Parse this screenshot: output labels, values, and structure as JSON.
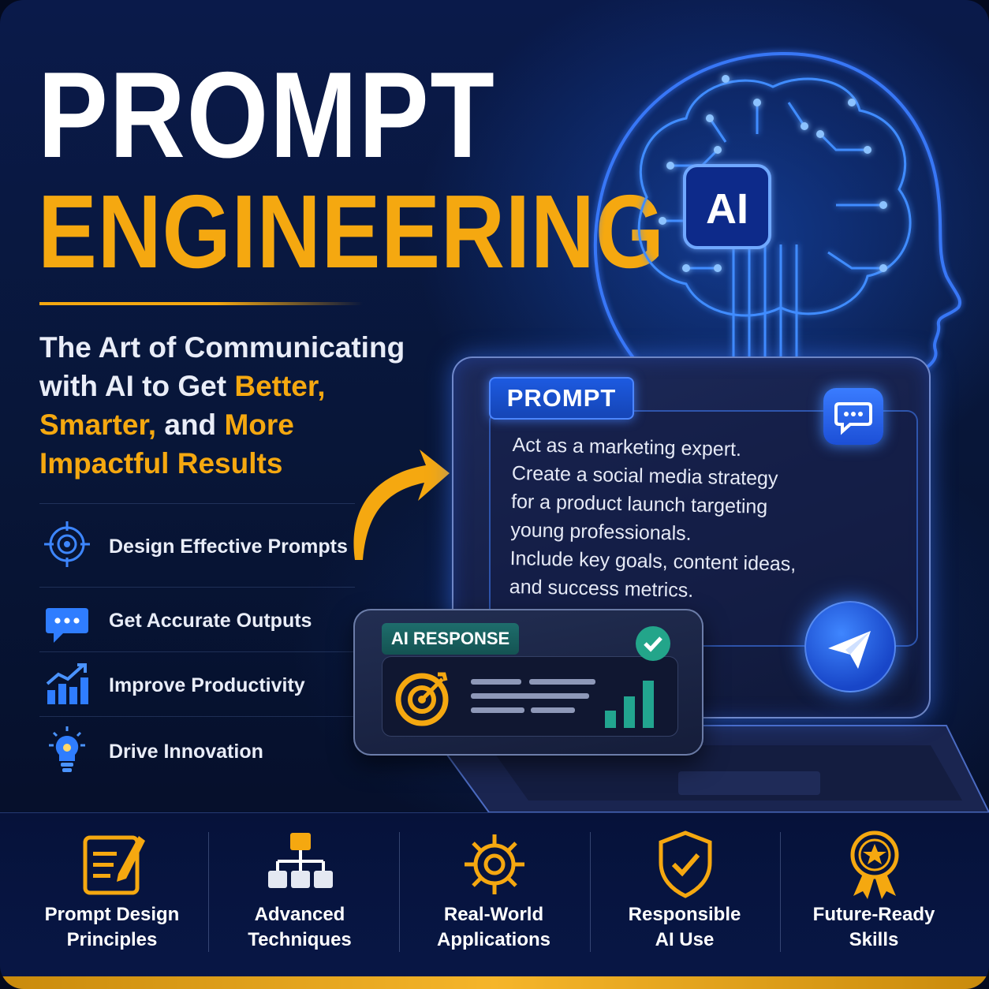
{
  "title": {
    "line1": "PROMPT",
    "line2": "ENGINEERING"
  },
  "tagline": {
    "part1": "The Art of Communicating with AI to Get ",
    "highlight1": "Better, Smarter,",
    "part2": " and ",
    "highlight2": "More Impactful Results"
  },
  "features": [
    {
      "label": "Design Effective Prompts",
      "icon": "target-icon"
    },
    {
      "label": "Get Accurate Outputs",
      "icon": "chat-bubble-icon"
    },
    {
      "label": "Improve Productivity",
      "icon": "bar-chart-icon"
    },
    {
      "label": "Drive Innovation",
      "icon": "lightbulb-icon"
    }
  ],
  "brain": {
    "badge": "AI",
    "icon": "ai-brain-head-icon"
  },
  "prompt_window": {
    "tag": "PROMPT",
    "lines": [
      "Act as a marketing expert.",
      "Create a social media strategy",
      "for a product launch targeting",
      "young professionals.",
      "Include key goals, content ideas,",
      "and success metrics."
    ]
  },
  "response_card": {
    "tag": "AI RESPONSE"
  },
  "bottom_items": [
    {
      "line1": "Prompt Design",
      "line2": "Principles",
      "icon": "edit-document-icon"
    },
    {
      "line1": "Advanced",
      "line2": "Techniques",
      "icon": "hierarchy-icon"
    },
    {
      "line1": "Real-World",
      "line2": "Applications",
      "icon": "gear-icon"
    },
    {
      "line1": "Responsible",
      "line2": "AI Use",
      "icon": "shield-check-icon"
    },
    {
      "line1": "Future-Ready",
      "line2": "Skills",
      "icon": "medal-icon"
    }
  ],
  "colors": {
    "accent": "#f5a810",
    "background": "#081638",
    "glow_blue": "#3a7cff"
  }
}
